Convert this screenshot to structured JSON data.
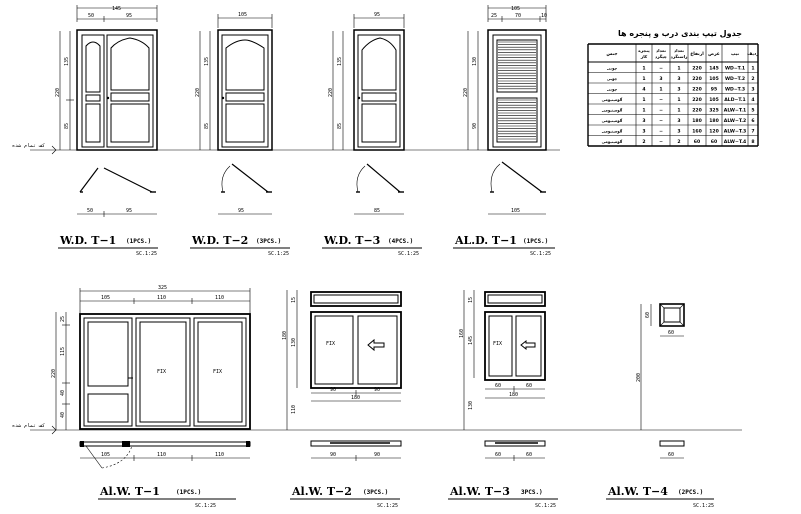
{
  "doors": [
    {
      "id": "wd1",
      "title": "W.D. T−1",
      "qty": "(1PCS.)",
      "scale": "SC.1:25",
      "dims": {
        "overall": "145",
        "leftLeaf": "50",
        "rightLeaf": "95",
        "height": "220",
        "top": "135",
        "bottom": "85",
        "plan": [
          "50",
          "95"
        ]
      }
    },
    {
      "id": "wd2",
      "title": "W.D. T−2",
      "qty": "(3PCS.)",
      "scale": "SC.1:25",
      "dims": {
        "overall": "105",
        "height": "220",
        "top": "135",
        "bottom": "85",
        "plan": [
          "95"
        ]
      }
    },
    {
      "id": "wd3",
      "title": "W.D. T−3",
      "qty": "(4PCS.)",
      "scale": "SC.1:25",
      "dims": {
        "overall": "95",
        "height": "220",
        "top": "135",
        "bottom": "85",
        "plan": [
          "85"
        ]
      }
    },
    {
      "id": "ald1",
      "title": "AL.D. T−1",
      "qty": "(1PCS.)",
      "scale": "SC.1:25",
      "dims": {
        "overall": "105",
        "segs": [
          "25",
          "70",
          "10"
        ],
        "height": "220",
        "top": "130",
        "bottom": "90",
        "plan": [
          "105"
        ]
      }
    }
  ],
  "level_label": "کف تمام شده",
  "windows": [
    {
      "id": "alw1",
      "title": "Al.W. T−1",
      "qty": "(1PCS.)",
      "scale": "SC.1:25",
      "dims": {
        "overall": "325",
        "segs": [
          "105",
          "110",
          "110"
        ],
        "height": "220",
        "hsegs": [
          "25",
          "115",
          "40",
          "40"
        ],
        "plan": [
          "105",
          "110",
          "110"
        ],
        "fix": "FIX"
      }
    },
    {
      "id": "alw2",
      "title": "Al.W. T−2",
      "qty": "(3PCS.)",
      "scale": "SC.1:25",
      "dims": {
        "overall": "180",
        "segs": [
          "90",
          "90"
        ],
        "height": "180",
        "hsegs": [
          "15",
          "130"
        ],
        "sill": "110",
        "plan": [
          "90",
          "90"
        ],
        "fix": "FIX"
      }
    },
    {
      "id": "alw3",
      "title": "Al.W. T−3",
      "qty": "3PCS.)",
      "scale": "SC.1:25",
      "dims": {
        "overall": "180",
        "segs": [
          "60",
          "60"
        ],
        "height": "160",
        "hsegs": [
          "15",
          "145"
        ],
        "sill": "130",
        "plan": [
          "60",
          "60"
        ],
        "fix": "FIX"
      }
    },
    {
      "id": "alw4",
      "title": "Al.W. T−4",
      "qty": "(2PCS.)",
      "scale": "SC.1:25",
      "dims": {
        "w": "60",
        "h": "60",
        "height": "200"
      }
    }
  ],
  "schedule": {
    "title": "جدول تیپ بندی درب و پنجره ها",
    "headers": [
      "ردیف",
      "تیپ",
      "عرض",
      "ارتفاع",
      "تعداد راستگرد",
      "تعداد چپگرد",
      "پنجره کار",
      "جنس"
    ],
    "rows": [
      [
        "1",
        "WD−T.1",
        "145",
        "220",
        "1",
        "−",
        "1",
        "چوبی"
      ],
      [
        "2",
        "WD−T.2",
        "105",
        "220",
        "3",
        "3",
        "1",
        "چوبی"
      ],
      [
        "3",
        "WD−T.3",
        "95",
        "220",
        "3",
        "1",
        "4",
        "چوبی"
      ],
      [
        "4",
        "ALD−T.1",
        "105",
        "220",
        "1",
        "−",
        "1",
        "آلومینیومی"
      ],
      [
        "5",
        "ALW−T.1",
        "325",
        "220",
        "1",
        "−",
        "1",
        "آلومینیومی"
      ],
      [
        "6",
        "ALW−T.2",
        "180",
        "180",
        "3",
        "−",
        "3",
        "آلومینیومی"
      ],
      [
        "7",
        "ALW−T.3",
        "120",
        "160",
        "3",
        "−",
        "3",
        "آلومینیومی"
      ],
      [
        "8",
        "ALW−T.4",
        "60",
        "60",
        "2",
        "−",
        "2",
        "آلومینیومی"
      ]
    ]
  }
}
